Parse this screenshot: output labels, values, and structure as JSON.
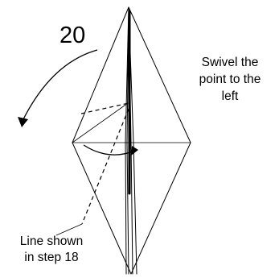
{
  "step": {
    "number": "20"
  },
  "instruction": {
    "lines": [
      "Swivel the",
      "point to the",
      "left"
    ]
  },
  "callout": {
    "lines": [
      "Line shown",
      "in step 18"
    ]
  }
}
